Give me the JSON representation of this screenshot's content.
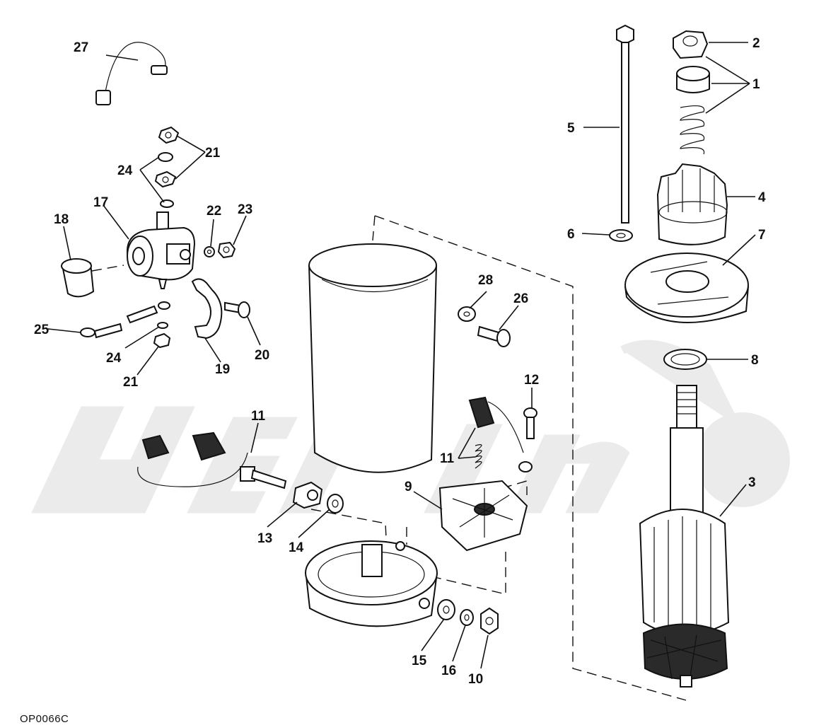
{
  "document_code": "OP0066C",
  "callouts": [
    {
      "id": "c1",
      "label": "1"
    },
    {
      "id": "c2",
      "label": "2"
    },
    {
      "id": "c3",
      "label": "3"
    },
    {
      "id": "c4",
      "label": "4"
    },
    {
      "id": "c5",
      "label": "5"
    },
    {
      "id": "c6",
      "label": "6"
    },
    {
      "id": "c7",
      "label": "7"
    },
    {
      "id": "c8",
      "label": "8"
    },
    {
      "id": "c9",
      "label": "9"
    },
    {
      "id": "c10",
      "label": "10"
    },
    {
      "id": "c11a",
      "label": "11"
    },
    {
      "id": "c11b",
      "label": "11"
    },
    {
      "id": "c12",
      "label": "12"
    },
    {
      "id": "c13",
      "label": "13"
    },
    {
      "id": "c14",
      "label": "14"
    },
    {
      "id": "c15",
      "label": "15"
    },
    {
      "id": "c16",
      "label": "16"
    },
    {
      "id": "c17",
      "label": "17"
    },
    {
      "id": "c18",
      "label": "18"
    },
    {
      "id": "c19",
      "label": "19"
    },
    {
      "id": "c20",
      "label": "20"
    },
    {
      "id": "c21a",
      "label": "21"
    },
    {
      "id": "c21b",
      "label": "21"
    },
    {
      "id": "c22",
      "label": "22"
    },
    {
      "id": "c23",
      "label": "23"
    },
    {
      "id": "c24a",
      "label": "24"
    },
    {
      "id": "c24b",
      "label": "24"
    },
    {
      "id": "c25",
      "label": "25"
    },
    {
      "id": "c26",
      "label": "26"
    },
    {
      "id": "c27",
      "label": "27"
    },
    {
      "id": "c28",
      "label": "28"
    }
  ]
}
